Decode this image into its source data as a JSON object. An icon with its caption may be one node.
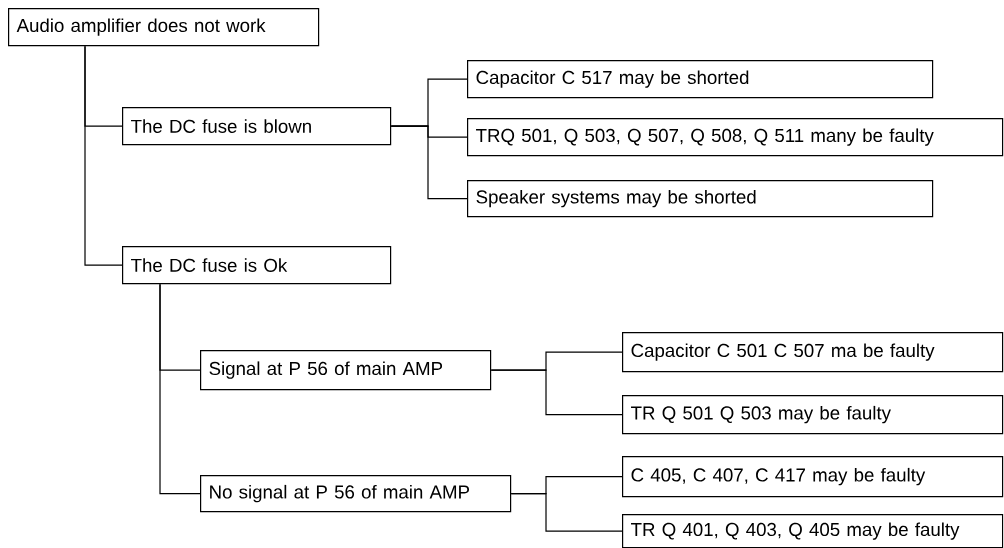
{
  "diagram": {
    "nodes": [
      {
        "text": [
          "Audio amplifier does not work"
        ]
      },
      {
        "text": [
          "The DC fuse is blown"
        ]
      },
      {
        "text": [
          "The DC fuse is Ok"
        ]
      },
      {
        "text": [
          "Capacitor C 517 may be shorted"
        ]
      },
      {
        "text": [
          "TRQ 501, Q 503, Q 507, Q 508, Q 511 many be faulty"
        ]
      },
      {
        "text": [
          "Speaker systems may be shorted"
        ]
      },
      {
        "text": [
          "Signal at P 56 of main AMP"
        ]
      },
      {
        "text": [
          "No signal at P 56 of main AMP"
        ]
      },
      {
        "text": [
          "Capacitor C 501 C 507 ma be faulty"
        ]
      },
      {
        "text": [
          "TR Q 501 Q 503 may be faulty"
        ]
      },
      {
        "text": [
          "C 405, C 407, C 417 may be faulty"
        ]
      },
      {
        "text": [
          "TR Q 401, Q 403, Q 405 may be faulty"
        ]
      }
    ],
    "edges": [
      {
        "from": 0,
        "to": 1,
        "arrow": "none"
      },
      {
        "from": 0,
        "to": 2,
        "arrow": "none"
      },
      {
        "from": 1,
        "to": 3,
        "arrow": "none"
      },
      {
        "from": 1,
        "to": 4,
        "arrow": "none"
      },
      {
        "from": 1,
        "to": 5,
        "arrow": "none"
      },
      {
        "from": 2,
        "to": 6,
        "arrow": "none"
      },
      {
        "from": 2,
        "to": 7,
        "arrow": "none"
      },
      {
        "from": 6,
        "to": 8,
        "arrow": "none"
      },
      {
        "from": 6,
        "to": 9,
        "arrow": "none"
      },
      {
        "from": 7,
        "to": 10,
        "arrow": "none"
      },
      {
        "from": 7,
        "to": 11,
        "arrow": "none"
      }
    ]
  }
}
